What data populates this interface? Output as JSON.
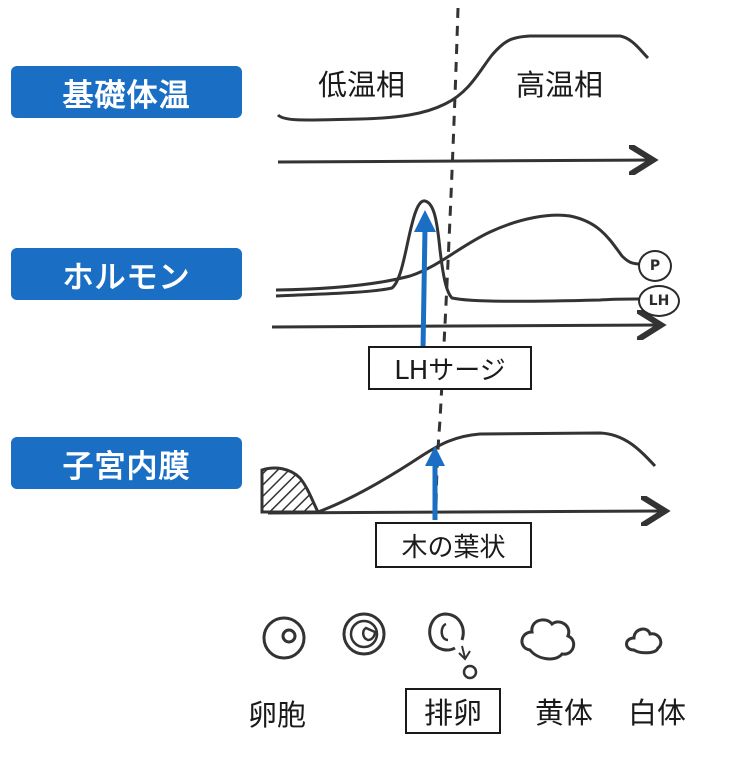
{
  "labels": {
    "basal_temp": "基礎体温",
    "hormone": "ホルモン",
    "endometrium": "子宮内膜"
  },
  "phases": {
    "low": "低温相",
    "high": "高温相"
  },
  "callouts": {
    "lh_surge": "LHサージ",
    "leaf": "木の葉状"
  },
  "tags": {
    "p": "P",
    "lh": "LH"
  },
  "stages": [
    "卵胞",
    "排卵",
    "黄体",
    "白体"
  ],
  "colors": {
    "label_bg": "#1a6fc4",
    "arrow": "#1a6fc4",
    "line": "#333333"
  }
}
